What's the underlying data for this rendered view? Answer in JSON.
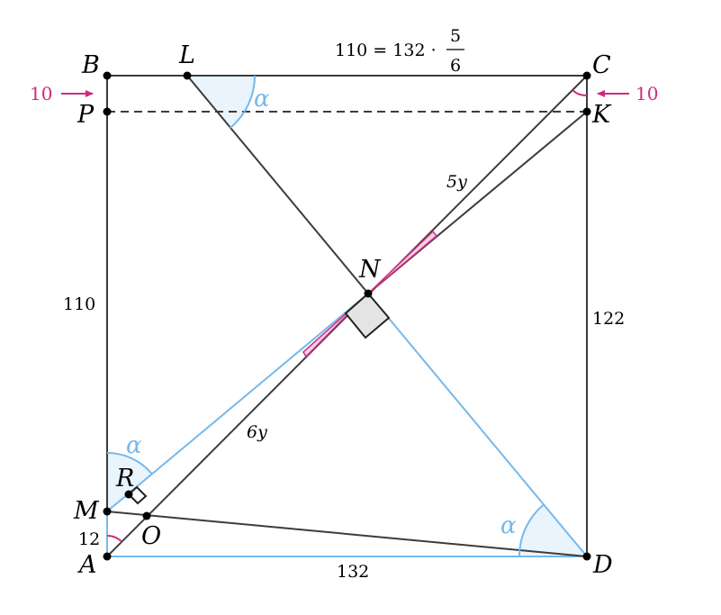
{
  "colors": {
    "line": "#3c3c3c",
    "blue": "#74b9ec",
    "blue_fill": "#eaf4fc",
    "magenta": "#cc2c7c",
    "right_angle_fill": "#e4e4e4",
    "point": "#000000"
  },
  "points": {
    "A": "A",
    "B": "B",
    "C": "C",
    "D": "D",
    "L": "L",
    "P": "P",
    "K": "K",
    "N": "N",
    "M": "M",
    "R": "R",
    "O": "O"
  },
  "labels": {
    "top_eq_left": "110 = 132 ·",
    "top_eq_num": "5",
    "top_eq_den": "6",
    "left_side": "110",
    "right_side": "122",
    "bottom_side": "132",
    "am_len": "12",
    "shift_left": "10",
    "shift_right": "10",
    "cn_len": "5y",
    "no_len": "6y",
    "alpha": "α"
  }
}
